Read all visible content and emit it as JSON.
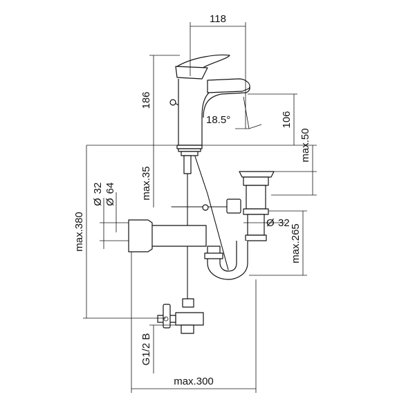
{
  "dimensions": {
    "spout_reach": "118",
    "total_height": "186",
    "spout_height": "106",
    "spout_angle": "18.5°",
    "deck_thickness": "max.35",
    "bowl_thickness": "max.50",
    "drain_diameter": "32",
    "wall_flange_inner": "32",
    "wall_flange_outer": "64",
    "trap_depth": "max.265",
    "supply_height": "max.380",
    "connection_thread": "G1/2 B",
    "wall_to_axis": "max.300"
  },
  "symbols": {
    "diameter": "Ø"
  },
  "colors": {
    "line": "#111111",
    "background": "#ffffff"
  }
}
